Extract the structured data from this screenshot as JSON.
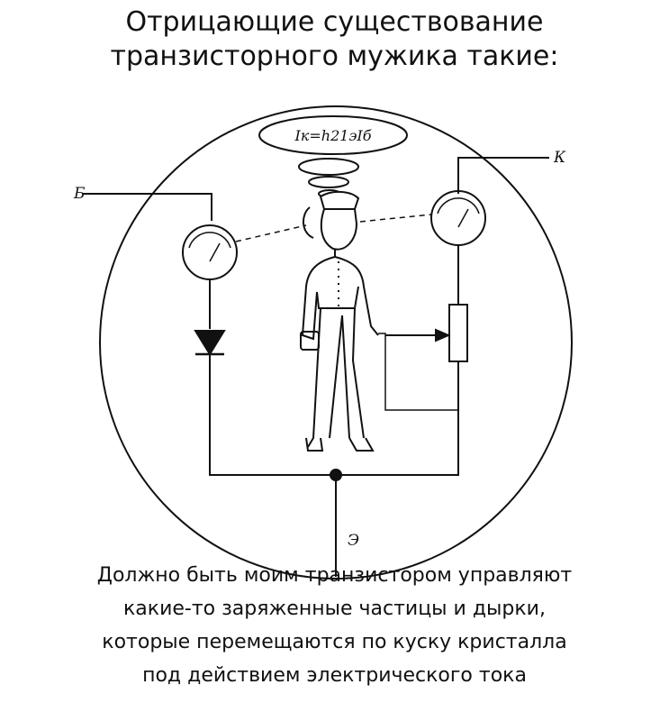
{
  "title": {
    "line1": "Отрицающие существование",
    "line2": "транзисторного мужика такие:"
  },
  "caption": {
    "line1": "Должно быть моим транзистором управляют",
    "line2": "какие-то заряженные частицы и дырки,",
    "line3": "которые перемещаются по куску кристалла",
    "line4": "под действием электрического тока"
  },
  "diagram": {
    "label_base": "Б",
    "label_collector": "К",
    "label_emitter": "Э",
    "formula": "Iк=h21эIб"
  },
  "colors": {
    "ink": "#111111",
    "background": "#ffffff"
  }
}
